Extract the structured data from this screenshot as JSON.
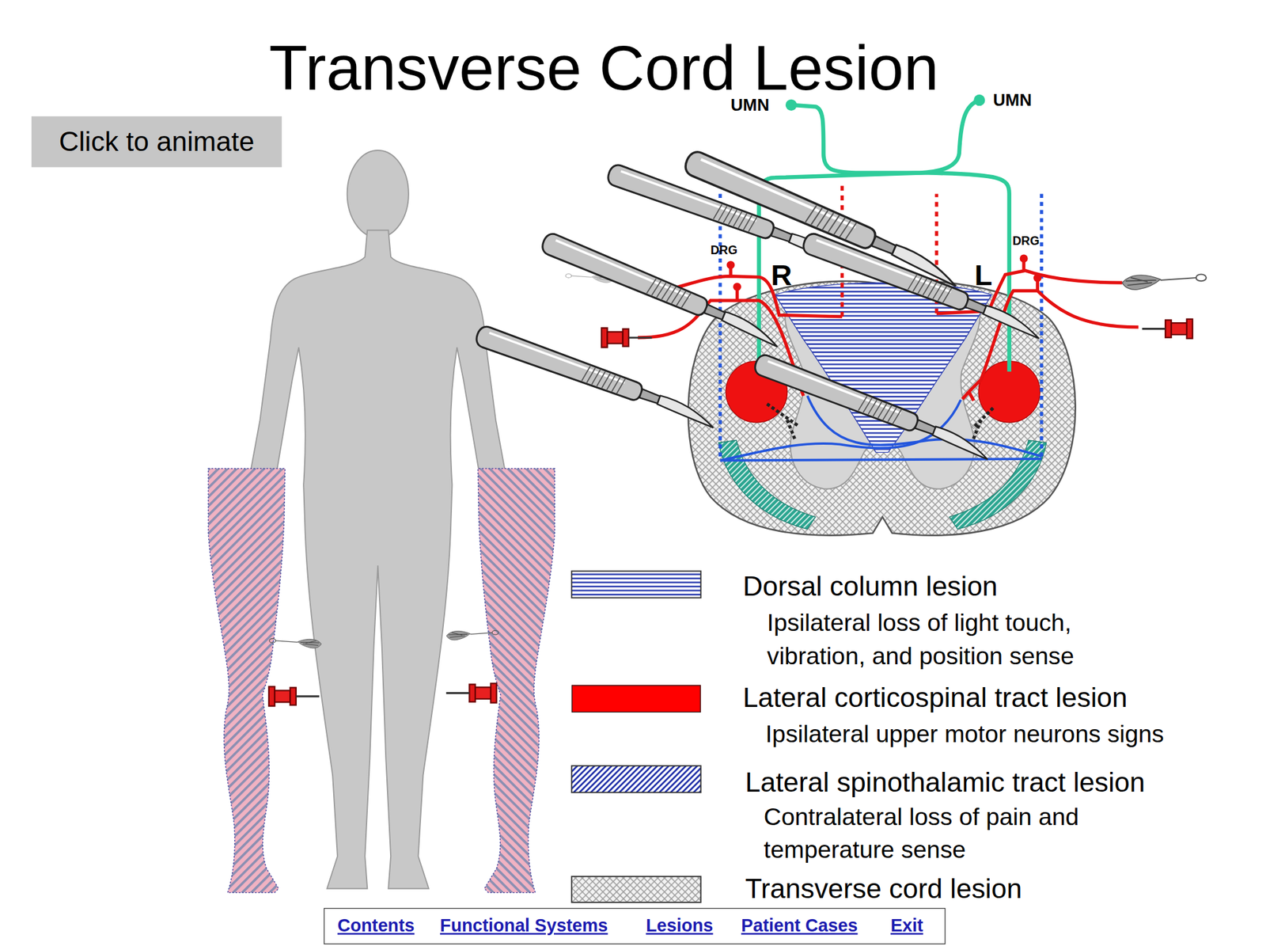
{
  "diagram": {
    "title": "Transverse Cord Lesion",
    "nodes": [
      {
        "text": [
          "Click to animate"
        ]
      },
      {
        "text": [
          "Contents",
          "Functional Systems",
          "Lesions",
          "Patient Cases",
          "Exit"
        ]
      }
    ],
    "labels": [
      "UMN",
      "UMN",
      "DRG",
      "DRG",
      "R",
      "L",
      "Ipsilateral loss of light touch, vibration, and position sense",
      "Ipsilateral upper motor neurons signs",
      "Contralateral loss of pain and temperature sense"
    ],
    "legend": [
      {
        "text": "Dorsal column lesion"
      },
      {
        "text": "Lateral corticospinal tract lesion",
        "color": "#ff0000"
      },
      {
        "text": "Lateral spinothalamic tract lesion"
      },
      {
        "text": "Transverse cord lesion"
      }
    ]
  }
}
